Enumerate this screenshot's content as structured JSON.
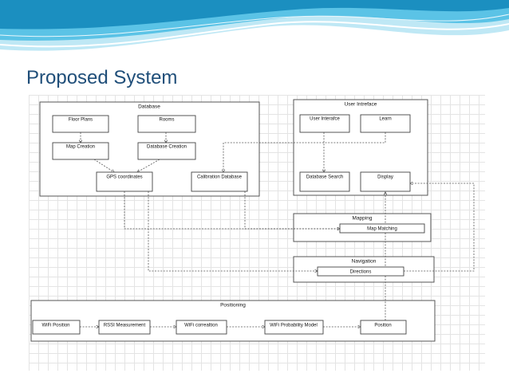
{
  "slide": {
    "title": "Proposed System"
  },
  "colors": {
    "banner_dark": "#1b8fc0",
    "banner_mid": "#5bc3e6",
    "banner_light": "#bfe8f5",
    "title": "#1f4e79"
  },
  "groups": [
    {
      "id": "database",
      "label": "Database"
    },
    {
      "id": "user_interface",
      "label": "User Intreface"
    },
    {
      "id": "mapping",
      "label": "Mapping"
    },
    {
      "id": "navigation",
      "label": "Navigation"
    },
    {
      "id": "positioning",
      "label": "Positioning"
    }
  ],
  "nodes": [
    {
      "id": "floor_plans",
      "label": "Floor Plans",
      "group": "database"
    },
    {
      "id": "rooms",
      "label": "Rooms",
      "group": "database"
    },
    {
      "id": "map_creation",
      "label": "Map Creation",
      "group": "database"
    },
    {
      "id": "database_creation",
      "label": "Database Creation",
      "group": "database"
    },
    {
      "id": "gps_coordinates",
      "label": "GPS coordinates",
      "group": "database"
    },
    {
      "id": "calibration_database",
      "label": "Calibration Database",
      "group": "database"
    },
    {
      "id": "user_interface_box",
      "label": "User Interafce",
      "group": "user_interface"
    },
    {
      "id": "learn",
      "label": "Learn",
      "group": "user_interface"
    },
    {
      "id": "database_search",
      "label": "Database Search",
      "group": "user_interface"
    },
    {
      "id": "display",
      "label": "Display",
      "group": "user_interface"
    },
    {
      "id": "map_matching",
      "label": "Map Matching",
      "group": "mapping"
    },
    {
      "id": "directions",
      "label": "Directions",
      "group": "navigation"
    },
    {
      "id": "wifi_position",
      "label": "WiFi Position",
      "group": "positioning"
    },
    {
      "id": "rssi_measurement",
      "label": "RSSI Measurement",
      "group": "positioning"
    },
    {
      "id": "wifi_correlation",
      "label": "WiFi correaltion",
      "group": "positioning"
    },
    {
      "id": "wifi_probability_model",
      "label": "WiFi Probability Model",
      "group": "positioning"
    },
    {
      "id": "position",
      "label": "Position",
      "group": "positioning"
    }
  ],
  "edges": [
    {
      "from": "floor_plans",
      "to": "map_creation"
    },
    {
      "from": "rooms",
      "to": "database_creation"
    },
    {
      "from": "map_creation",
      "to": "gps_coordinates"
    },
    {
      "from": "database_creation",
      "to": "gps_coordinates"
    },
    {
      "from": "user_interface_box",
      "to": "database_search"
    },
    {
      "from": "learn",
      "to": "calibration_database"
    },
    {
      "from": "gps_coordinates",
      "to": "map_matching"
    },
    {
      "from": "calibration_database",
      "to": "map_matching"
    },
    {
      "from": "gps_coordinates",
      "to": "directions"
    },
    {
      "from": "directions",
      "to": "display"
    },
    {
      "from": "wifi_position",
      "to": "rssi_measurement"
    },
    {
      "from": "rssi_measurement",
      "to": "wifi_correlation"
    },
    {
      "from": "wifi_correlation",
      "to": "wifi_probability_model"
    },
    {
      "from": "wifi_probability_model",
      "to": "position"
    },
    {
      "from": "position",
      "to": "display"
    }
  ]
}
